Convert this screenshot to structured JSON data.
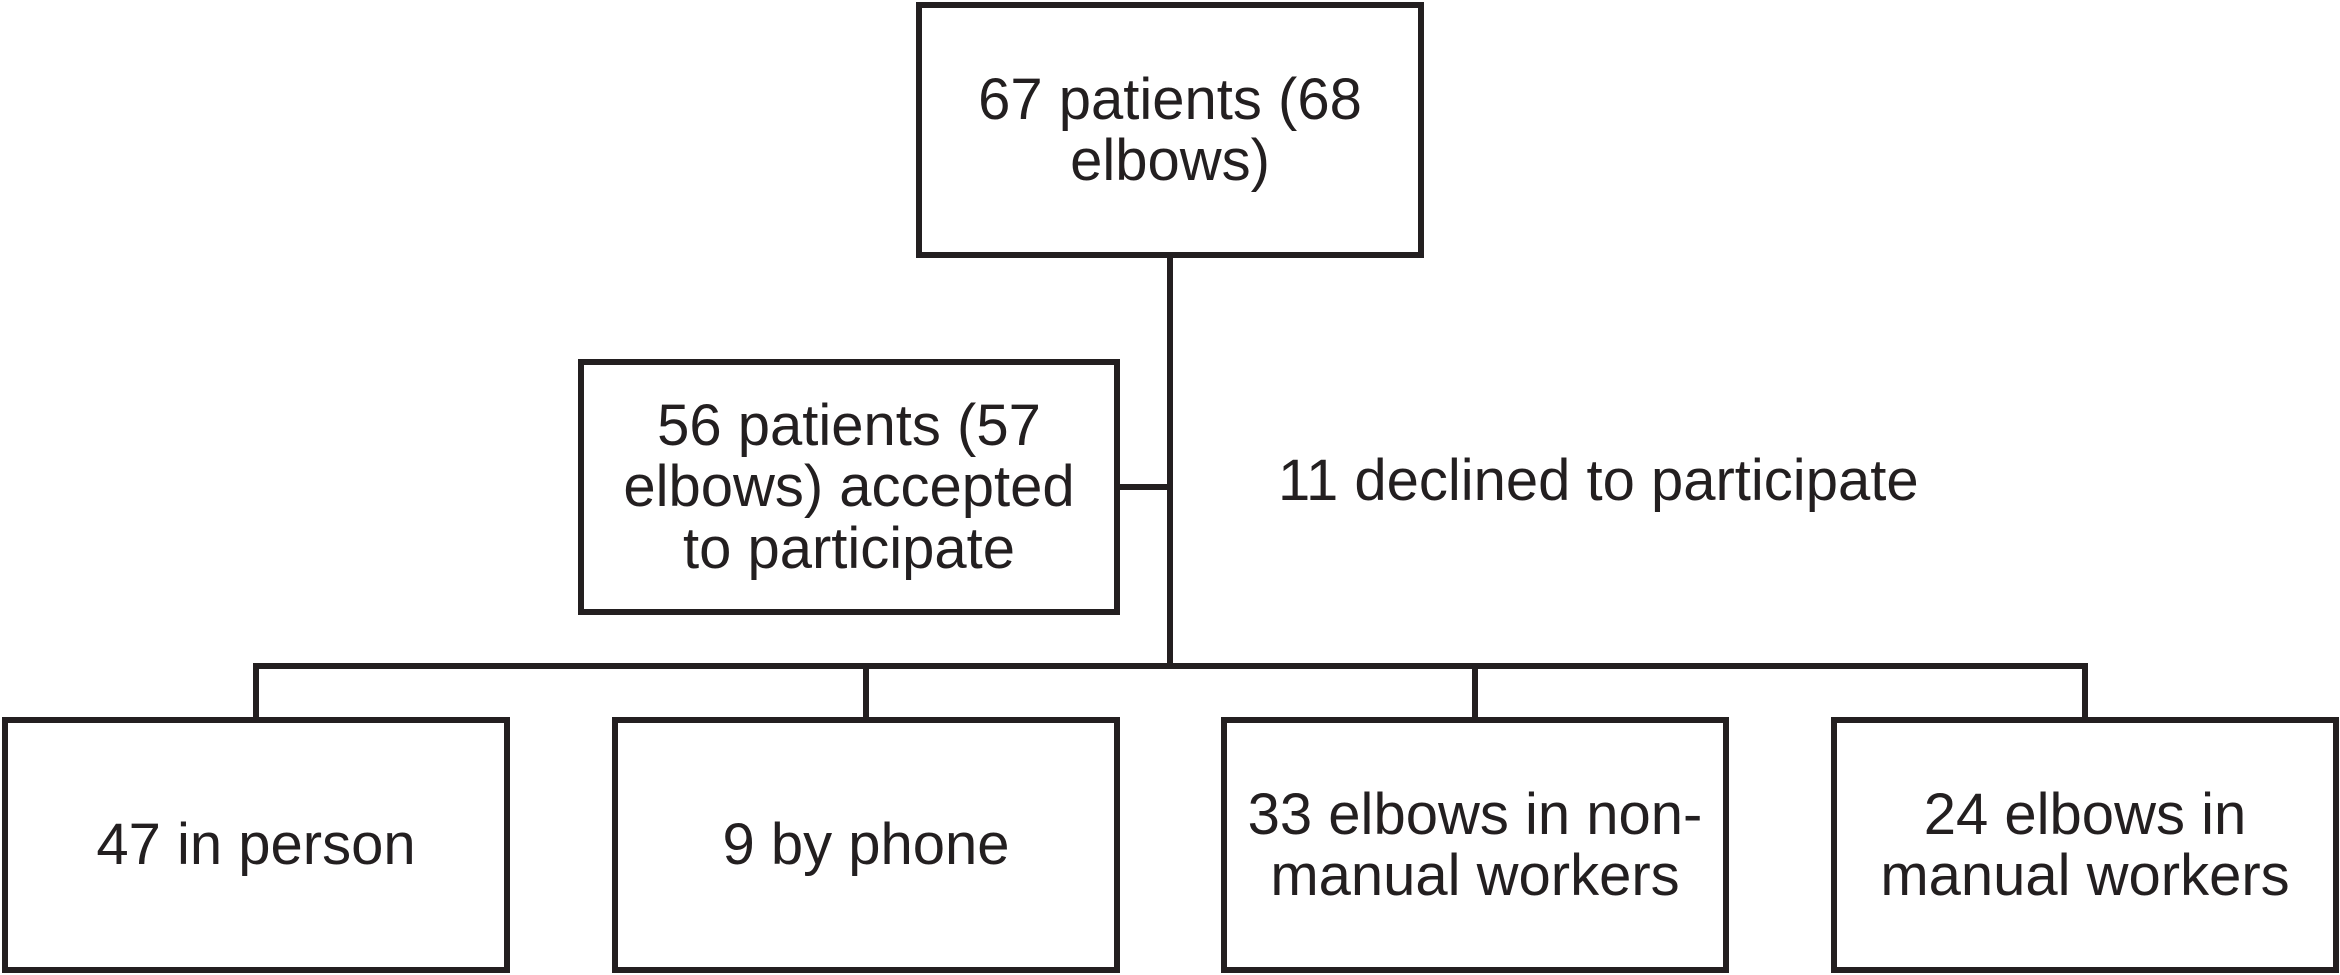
{
  "flowchart": {
    "root": "67 patients (68 elbows)",
    "accepted": "56 patients (57 elbows) accepted to participate",
    "declined": "11 declined to participate",
    "outcomes": {
      "in_person": "47 in person",
      "by_phone": "9 by phone",
      "non_manual": "33 elbows in non-manual workers",
      "manual": "24 elbows in manual workers"
    }
  },
  "colors": {
    "line": "#231f20",
    "background": "#ffffff"
  }
}
